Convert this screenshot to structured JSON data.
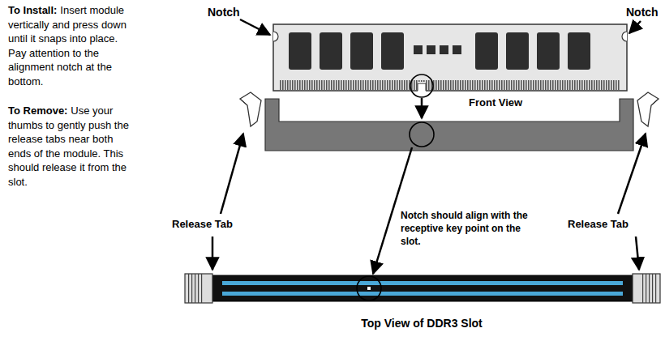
{
  "diagram": {
    "labels": [
      "To Install:",
      "Insert module vertically and press down until it snaps into place. Pay attention to the alignment notch at the bottom.",
      "To Remove:",
      "Use your thumbs to gently push the release tabs near both ends of the module. This should release it from the slot.",
      "Notch",
      "Notch",
      "Front View",
      "Release Tab",
      "Release Tab",
      "Notch should align with the receptive key point on the slot.",
      "Top View of DDR3 Slot"
    ]
  }
}
